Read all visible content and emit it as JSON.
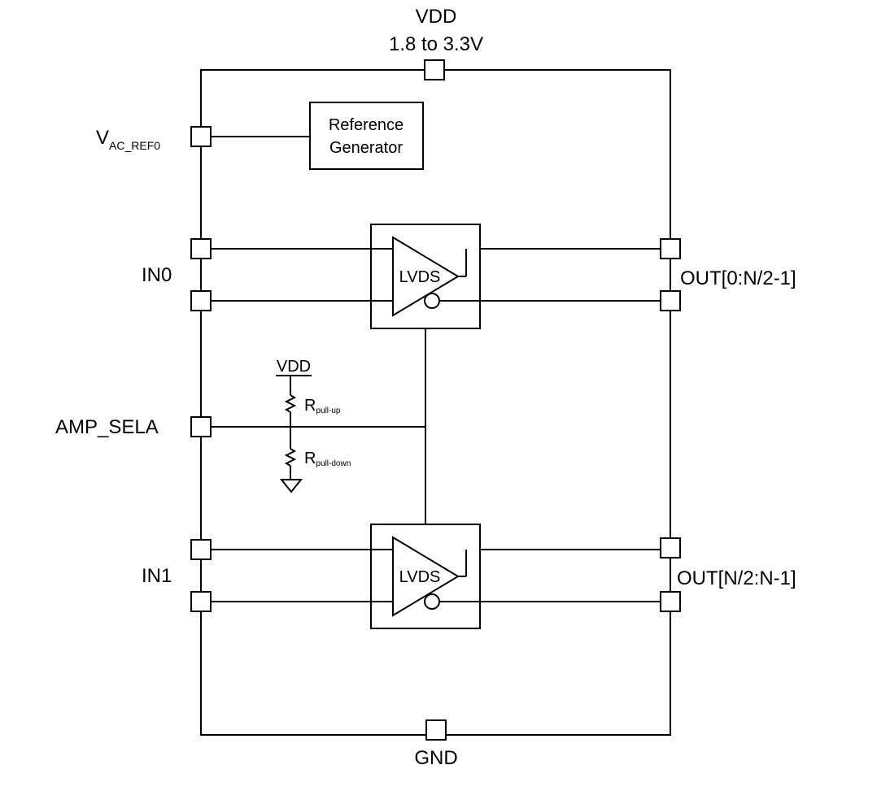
{
  "power": {
    "vdd_label": "VDD",
    "vdd_range": "1.8 to 3.3V",
    "gnd_label": "GND"
  },
  "pins": {
    "vac_ref_main": "V",
    "vac_ref_sub": "AC_REF0",
    "in0": "IN0",
    "in1": "IN1",
    "amp_sel": "AMP_SELA",
    "out_top": "OUT[0:N/2-1]",
    "out_bottom": "OUT[N/2:N-1]"
  },
  "reference": {
    "line1": "Reference",
    "line2": "Generator"
  },
  "buffers": {
    "top_label": "LVDS",
    "bottom_label": "LVDS"
  },
  "bias": {
    "vdd_label": "VDD",
    "r_up_main": "R",
    "r_up_sub": "pull-up",
    "r_down_main": "R",
    "r_down_sub": "pull-down"
  }
}
